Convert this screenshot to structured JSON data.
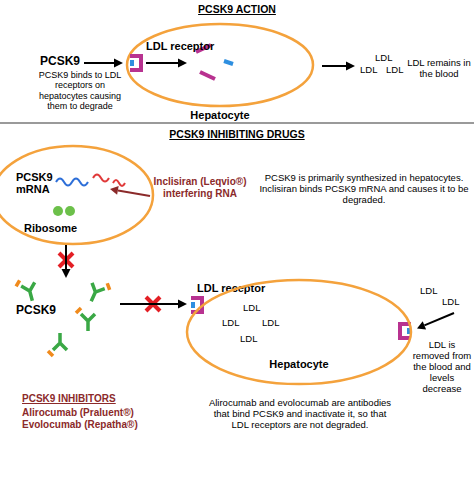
{
  "diagram": {
    "nodes": [
      {
        "text": [
          "Hepatocyte"
        ]
      },
      {
        "text": [
          "LDL receptor"
        ]
      },
      {
        "text": [
          "PCSK9 mRNA",
          "Ribosome"
        ]
      },
      {
        "text": [
          "PCSK9"
        ]
      },
      {
        "text": [
          "LDL receptor"
        ]
      },
      {
        "text": [
          "Hepatocyte"
        ]
      }
    ],
    "edges": [
      {
        "from": 2,
        "to": 3,
        "arrow": "to"
      },
      {
        "from": 3,
        "to": 4,
        "arrow": "to"
      }
    ],
    "labels": [
      "PCSK9 ACTION",
      "PCSK9",
      "PCSK9 binds to LDL receptors on hepatocytes causing them to degrade",
      "LDL",
      "LDL",
      "LDL",
      "LDL remains in the blood",
      "PCSK9 INHIBITING DRUGS",
      "Inclisiran (Leqvio®) interfering RNA",
      "PCSK9 is primarily synthesized in hepatocytes. Inclisiran binds PCSK9 mRNA and causes it to be degraded.",
      "LDL",
      "LDL",
      "LDL",
      "LDL",
      "LDL",
      "LDL",
      "LDL is removed from the blood and levels decrease",
      "PCSK9 INHIBITORS",
      "Alirocumab (Praluent®)",
      "Evolocumab (Repatha®)",
      "Alirocumab and evolocumab are antibodies that bind PCSK9 and inactivate it, so that LDL receptors are not degraded."
    ]
  }
}
